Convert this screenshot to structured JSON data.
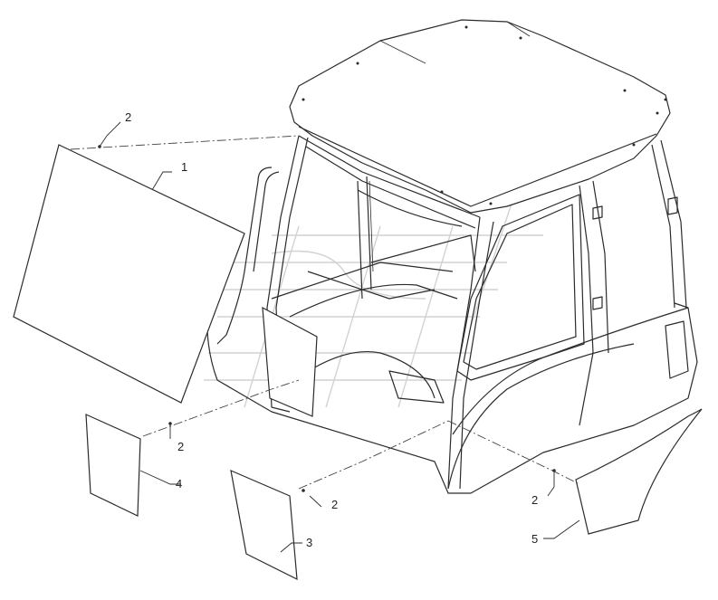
{
  "callouts": {
    "c1": "1",
    "c2_top": "2",
    "c2_left": "2",
    "c2_mid": "2",
    "c2_right": "2",
    "c3": "3",
    "c4": "4",
    "c5": "5"
  },
  "colors": {
    "line": "#2b2b2b",
    "glass_fill": "#ffffff",
    "watermark": "#cfcfcf"
  },
  "icons": {
    "watermark": "brand-watermark-logo"
  }
}
